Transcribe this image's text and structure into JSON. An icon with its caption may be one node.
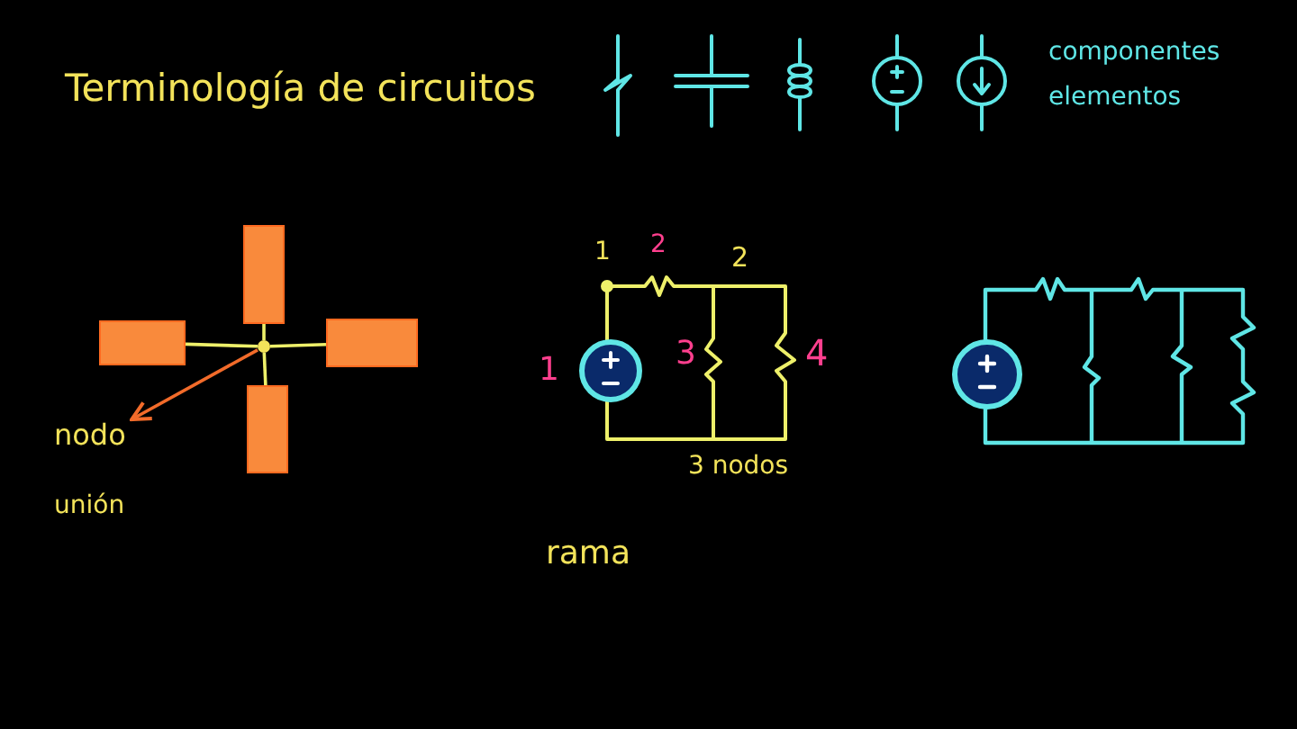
{
  "diagram": {
    "title": "Terminología de circuitos",
    "nodes": [
      {
        "text": [],
        "shape": "box"
      },
      {
        "text": [],
        "shape": "box"
      },
      {
        "text": [],
        "shape": "box"
      },
      {
        "text": [],
        "shape": "box"
      },
      {
        "text": [],
        "shape": "circle"
      },
      {
        "text": [
          "nodo"
        ]
      }
    ],
    "edges": [
      {
        "from": 1,
        "to": 4,
        "arrow": "none"
      },
      {
        "from": 0,
        "to": 4,
        "arrow": "none"
      },
      {
        "from": 2,
        "to": 4,
        "arrow": "none"
      },
      {
        "from": 3,
        "to": 4,
        "arrow": "none"
      },
      {
        "from": 4,
        "to": 5,
        "arrow": "to",
        "color": "#f26b2a"
      }
    ],
    "labels": [
      "componentes",
      "elementos",
      "unión",
      "1",
      "2",
      "2",
      "1",
      "3",
      "4",
      "3 nodos",
      "rama"
    ]
  }
}
